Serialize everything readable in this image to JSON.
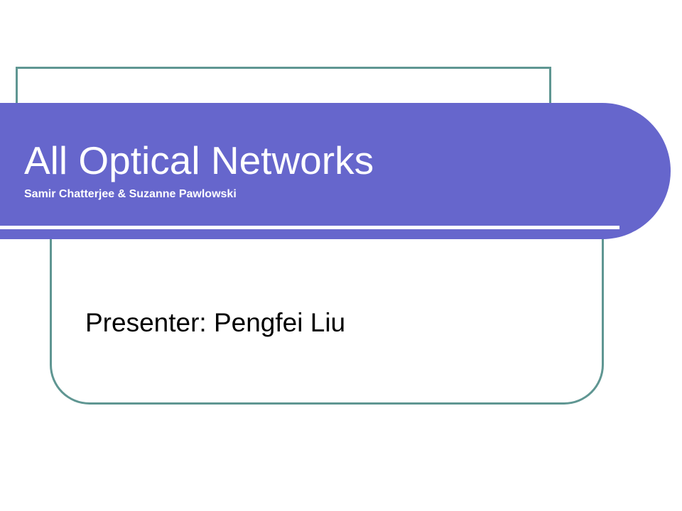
{
  "slide": {
    "title": "All Optical Networks",
    "subtitle": "Samir Chatterjee & Suzanne Pawlowski",
    "presenter_line": "Presenter: Pengfei Liu"
  },
  "theme": {
    "band_color": "#6666cc",
    "frame_color": "#5f9692",
    "title_text_color": "#ffffff",
    "body_text_color": "#000000"
  }
}
